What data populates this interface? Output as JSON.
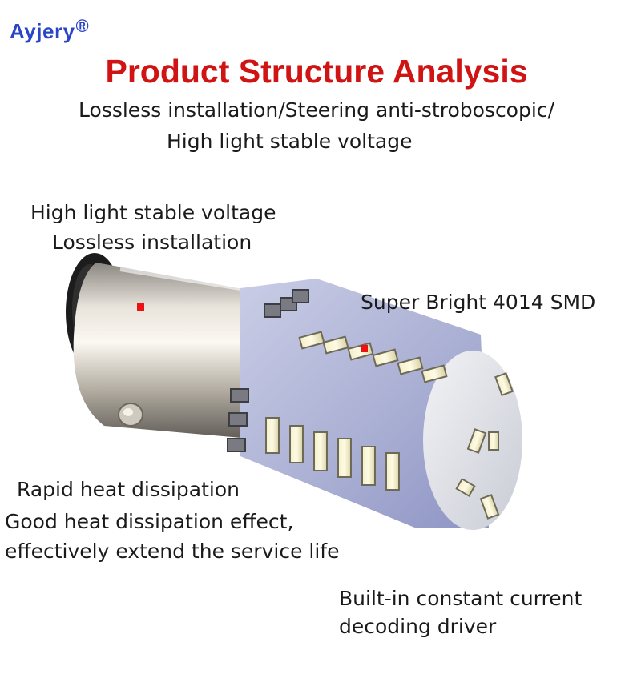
{
  "brand": {
    "name": "Ayjery",
    "mark": "®"
  },
  "title": "Product Structure Analysis",
  "subtitle": {
    "line1": "Lossless installation/Steering anti-stroboscopic/",
    "line2": "High light stable voltage"
  },
  "callouts": {
    "base": {
      "line1": "High light stable voltage",
      "line2": "Lossless installation"
    },
    "smd": "Super Bright 4014 SMD",
    "heat": {
      "line1": "Rapid heat dissipation",
      "line2": "Good heat dissipation effect,",
      "line3": "effectively extend the service life"
    },
    "driver": {
      "line1": "Built-in constant current",
      "line2": "decoding driver"
    }
  },
  "colors": {
    "brand": "#2a46c7",
    "title": "#d01414",
    "marker": "#ee1111"
  }
}
